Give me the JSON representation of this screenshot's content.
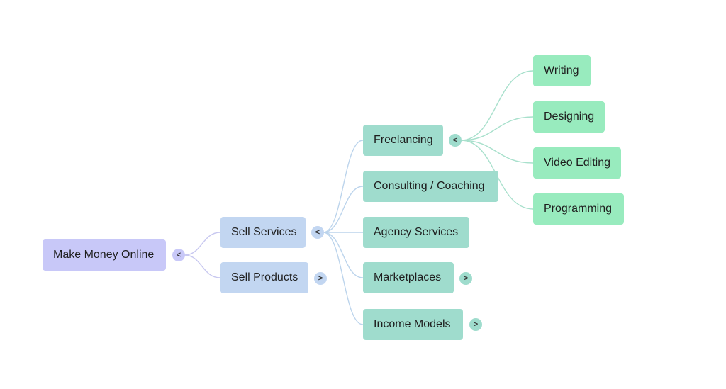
{
  "colors": {
    "root_fill": "#c8c8f8",
    "root_toggle": "#c8c8f8",
    "level1_fill": "#c2d6f1",
    "level1_toggle": "#c2d6f1",
    "level1_link": "#c8c8f0",
    "level2_fill": "#9fdccd",
    "level2_toggle": "#9fdccd",
    "level2_link": "#bcd4ec",
    "level3_fill": "#98ebbe",
    "level3_link": "#a8e0cc"
  },
  "mindmap": {
    "root": {
      "label": "Make Money Online",
      "toggle": "<"
    },
    "level1": [
      {
        "label": "Sell Services",
        "toggle": "<"
      },
      {
        "label": "Sell Products",
        "toggle": ">"
      }
    ],
    "level2": [
      {
        "label": "Freelancing",
        "toggle": "<"
      },
      {
        "label": "Consulting / Coaching"
      },
      {
        "label": "Agency Services"
      },
      {
        "label": "Marketplaces",
        "toggle": ">"
      },
      {
        "label": "Income Models",
        "toggle": ">"
      }
    ],
    "level3": [
      {
        "label": "Writing"
      },
      {
        "label": "Designing"
      },
      {
        "label": "Video Editing"
      },
      {
        "label": "Programming"
      }
    ]
  }
}
